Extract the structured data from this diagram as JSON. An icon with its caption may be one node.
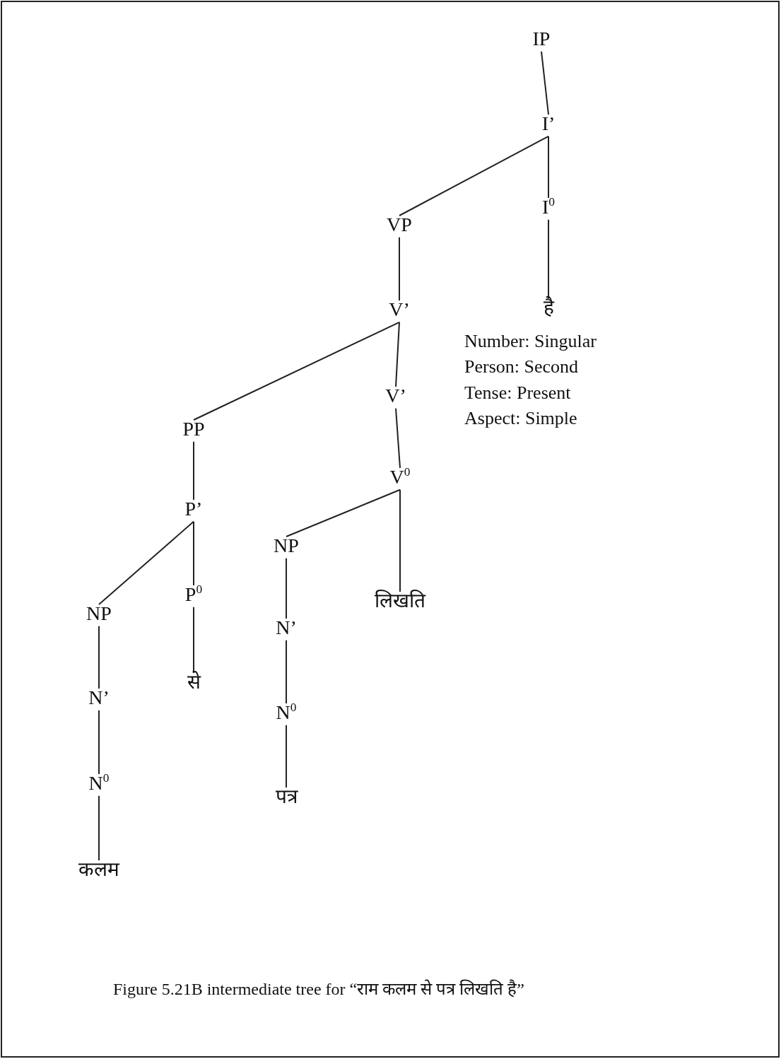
{
  "diagram": {
    "caption": "Figure 5.21B intermediate tree for “राम कलम से पत्र लिखति है”",
    "nodes": [
      {
        "text": [
          "IP"
        ]
      },
      {
        "text": [
          "I’"
        ]
      },
      {
        "text": [
          "VP"
        ]
      },
      {
        "text": [
          "I$^{0}$"
        ]
      },
      {
        "text": [
          "V’"
        ]
      },
      {
        "text": [
          "है"
        ],
        "beside": [
          "Number: Singular",
          "Person: Second",
          "Tense: Present",
          "Aspect: Simple"
        ]
      },
      {
        "text": [
          "PP"
        ]
      },
      {
        "text": [
          "V’"
        ]
      },
      {
        "text": [
          "P’"
        ]
      },
      {
        "text": [
          "V$^{0}$"
        ]
      },
      {
        "text": [
          "NP"
        ]
      },
      {
        "text": [
          "P$^{0}$"
        ]
      },
      {
        "text": [
          "NP"
        ]
      },
      {
        "text": [
          "लिखति"
        ]
      },
      {
        "text": [
          "N’"
        ]
      },
      {
        "text": [
          "से"
        ]
      },
      {
        "text": [
          "N’"
        ]
      },
      {
        "text": [
          "N$^{0}$"
        ]
      },
      {
        "text": [
          "N$^{0}$"
        ]
      },
      {
        "text": [
          "कलम"
        ]
      },
      {
        "text": [
          "पत्र"
        ]
      }
    ],
    "edges": [
      {
        "from": 0,
        "to": 1,
        "arrow": "none"
      },
      {
        "from": 1,
        "to": 2,
        "arrow": "none"
      },
      {
        "from": 1,
        "to": 3,
        "arrow": "none"
      },
      {
        "from": 2,
        "to": 4,
        "arrow": "none"
      },
      {
        "from": 3,
        "to": 5,
        "arrow": "none"
      },
      {
        "from": 4,
        "to": 6,
        "arrow": "none"
      },
      {
        "from": 4,
        "to": 7,
        "arrow": "none"
      },
      {
        "from": 6,
        "to": 8,
        "arrow": "none"
      },
      {
        "from": 7,
        "to": 9,
        "arrow": "none"
      },
      {
        "from": 8,
        "to": 10,
        "arrow": "none"
      },
      {
        "from": 8,
        "to": 11,
        "arrow": "none"
      },
      {
        "from": 9,
        "to": 12,
        "arrow": "none"
      },
      {
        "from": 9,
        "to": 13,
        "arrow": "none"
      },
      {
        "from": 10,
        "to": 14,
        "arrow": "none"
      },
      {
        "from": 11,
        "to": 15,
        "arrow": "none"
      },
      {
        "from": 12,
        "to": 16,
        "arrow": "none"
      },
      {
        "from": 14,
        "to": 17,
        "arrow": "none"
      },
      {
        "from": 16,
        "to": 18,
        "arrow": "none"
      },
      {
        "from": 17,
        "to": 19,
        "arrow": "none"
      },
      {
        "from": 18,
        "to": 20,
        "arrow": "none"
      }
    ]
  }
}
